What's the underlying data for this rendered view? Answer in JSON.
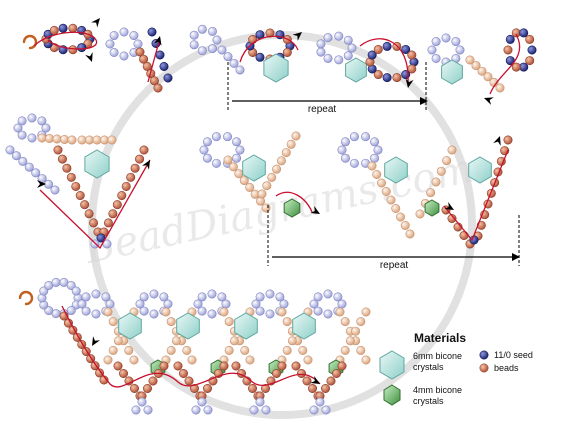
{
  "watermark": "BeadDiagrams.com",
  "repeat_labels": [
    "repeat",
    "repeat"
  ],
  "materials": {
    "title": "Materials",
    "crystal6": "6mm bicone\ncrystals",
    "crystal4": "4mm bicone\ncrystals",
    "seed": "11/0 seed\nbeads"
  },
  "colors": {
    "seed_blue": "#2f3a8f",
    "seed_tan": "#e4b999",
    "seed_lav": "#b9bbe4",
    "crystal_big": "#b7e3df",
    "crystal_small": "#5aa55a",
    "thread": "#c8102e",
    "hook": "#c2611f"
  }
}
